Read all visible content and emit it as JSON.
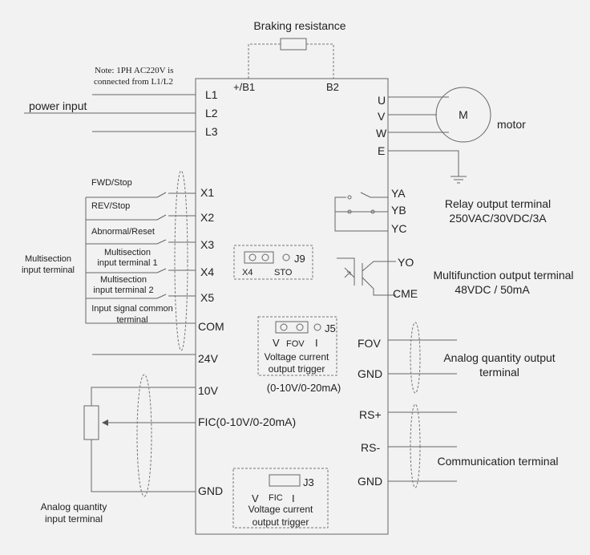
{
  "title": "Braking resistance",
  "note": [
    "Note: 1PH AC220V is",
    "connected from L1/L2"
  ],
  "power_input": "power input",
  "motor": {
    "symbol": "M",
    "label": "motor"
  },
  "braking_terminals": [
    "+/B1",
    "B2"
  ],
  "power_terminals": [
    "L1",
    "L2",
    "L3"
  ],
  "motor_terminals": [
    "U",
    "V",
    "W",
    "E"
  ],
  "input_terminals": [
    "X1",
    "X2",
    "X3",
    "X4",
    "X5",
    "COM"
  ],
  "input_functions": {
    "fwd": "FWD/Stop",
    "rev": "REV/Stop",
    "abnormal": "Abnormal/Reset",
    "multi1": [
      "Multisection",
      "input terminal 1"
    ],
    "multi2": [
      "Multisection",
      "input terminal 2"
    ],
    "common": [
      "Input signal common",
      "terminal"
    ]
  },
  "multisection_group": [
    "Multisection",
    "input terminal"
  ],
  "relay": {
    "terminals": [
      "YA",
      "YB",
      "YC"
    ],
    "label": [
      "Relay output terminal",
      "250VAC/30VDC/3A"
    ]
  },
  "multifunction": {
    "terminals": [
      "YO",
      "CME"
    ],
    "label": [
      "Multifunction output terminal",
      "48VDC / 50mA"
    ]
  },
  "j9": {
    "name": "J9",
    "pins": [
      "X4",
      "STO"
    ]
  },
  "j5": {
    "name": "J5",
    "pins": [
      "V",
      "FOV",
      "I"
    ],
    "caption": [
      "Voltage current",
      "output trigger"
    ],
    "range": "(0-10V/0-20mA)"
  },
  "analog_out": {
    "terminals": [
      "FOV",
      "GND"
    ],
    "label": [
      "Analog quantity output",
      "terminal"
    ]
  },
  "power_24v": "24V",
  "analog_in": {
    "terminals": [
      "10V",
      "FIC(0-10V/0-20mA)",
      "GND"
    ],
    "label": [
      "Analog quantity",
      "input terminal"
    ]
  },
  "comm": {
    "terminals": [
      "RS+",
      "RS-",
      "GND"
    ],
    "label": "Communication terminal"
  },
  "j3": {
    "name": "J3",
    "pins": [
      "V",
      "FIC",
      "I"
    ],
    "caption": [
      "Voltage current",
      "output trigger"
    ]
  }
}
